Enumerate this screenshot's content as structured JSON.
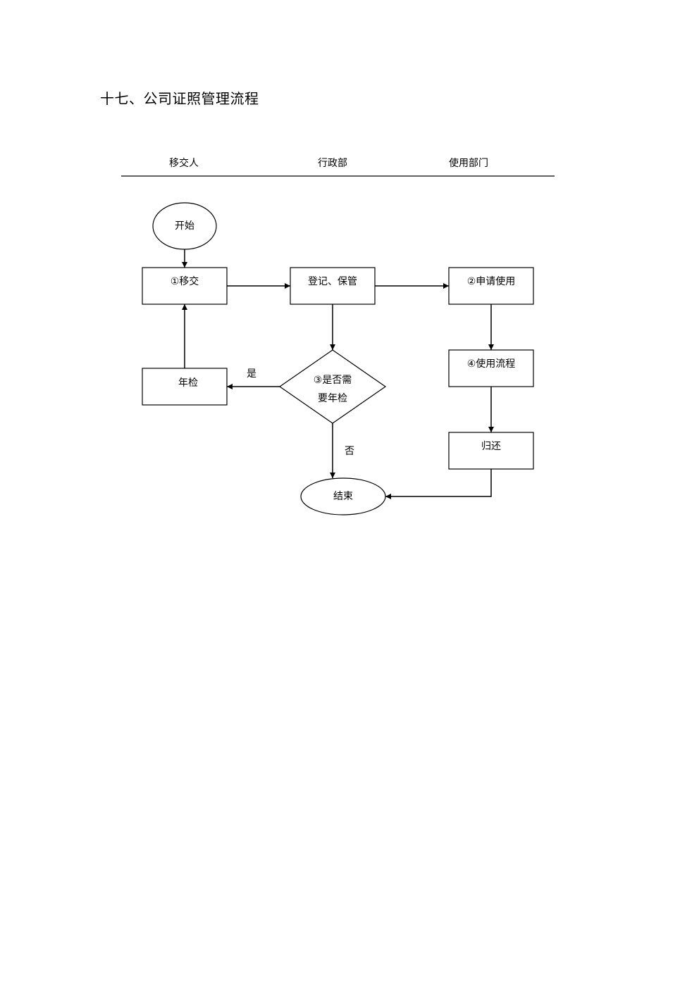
{
  "title": "十七、公司证照管理流程",
  "lanes": {
    "handover": "移交人",
    "admin": "行政部",
    "user_dept": "使用部门"
  },
  "nodes": {
    "start": "开始",
    "handover": "①移交",
    "register": "登记、保管",
    "apply": "②申请使用",
    "annual_check": "年检",
    "decision_line1": "③是否需",
    "decision_line2": "要年检",
    "use_process": "④使用流程",
    "return": "归还",
    "end": "结束"
  },
  "edge_labels": {
    "yes": "是",
    "no": "否"
  }
}
